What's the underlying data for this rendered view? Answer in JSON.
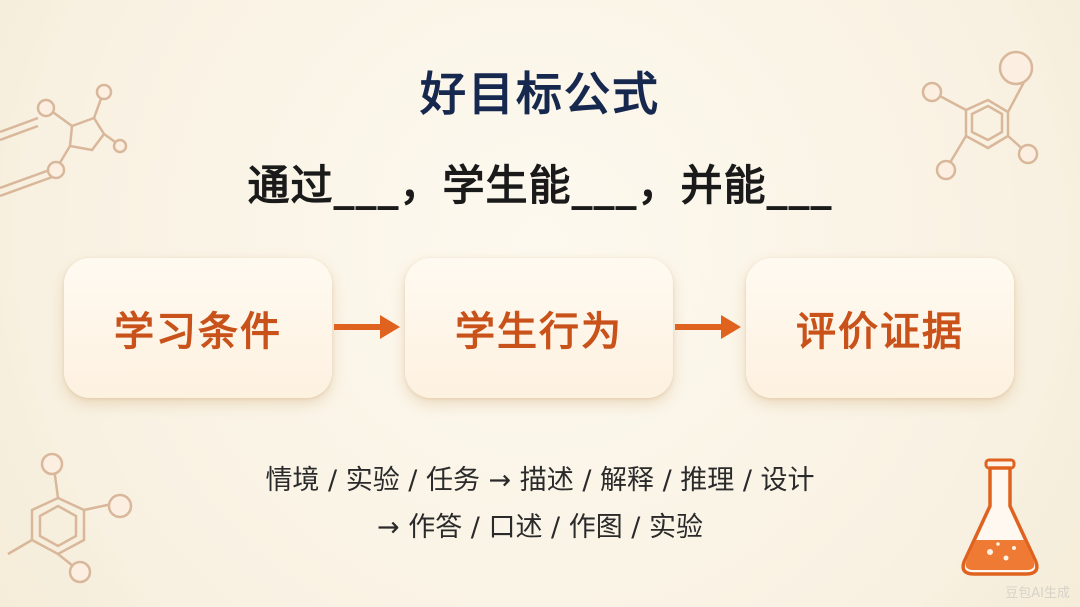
{
  "slide": {
    "title": "好目标公式",
    "formula": "通过___，学生能___，并能___",
    "cards": [
      {
        "label": "学习条件"
      },
      {
        "label": "学生行为"
      },
      {
        "label": "评价证据"
      }
    ],
    "desc_line1": "情境 / 实验 / 任务 → 描述 / 解释 / 推理 / 设计",
    "desc_line2": "→ 作答 / 口述 / 作图 / 实验",
    "watermark": "豆包AI生成"
  },
  "colors": {
    "title": "#17284f",
    "card_text": "#c8521a",
    "arrow": "#e0621f",
    "background": "#fbf6ea"
  },
  "icons": [
    "molecule-icon",
    "arrow-right-icon",
    "flask-icon"
  ]
}
